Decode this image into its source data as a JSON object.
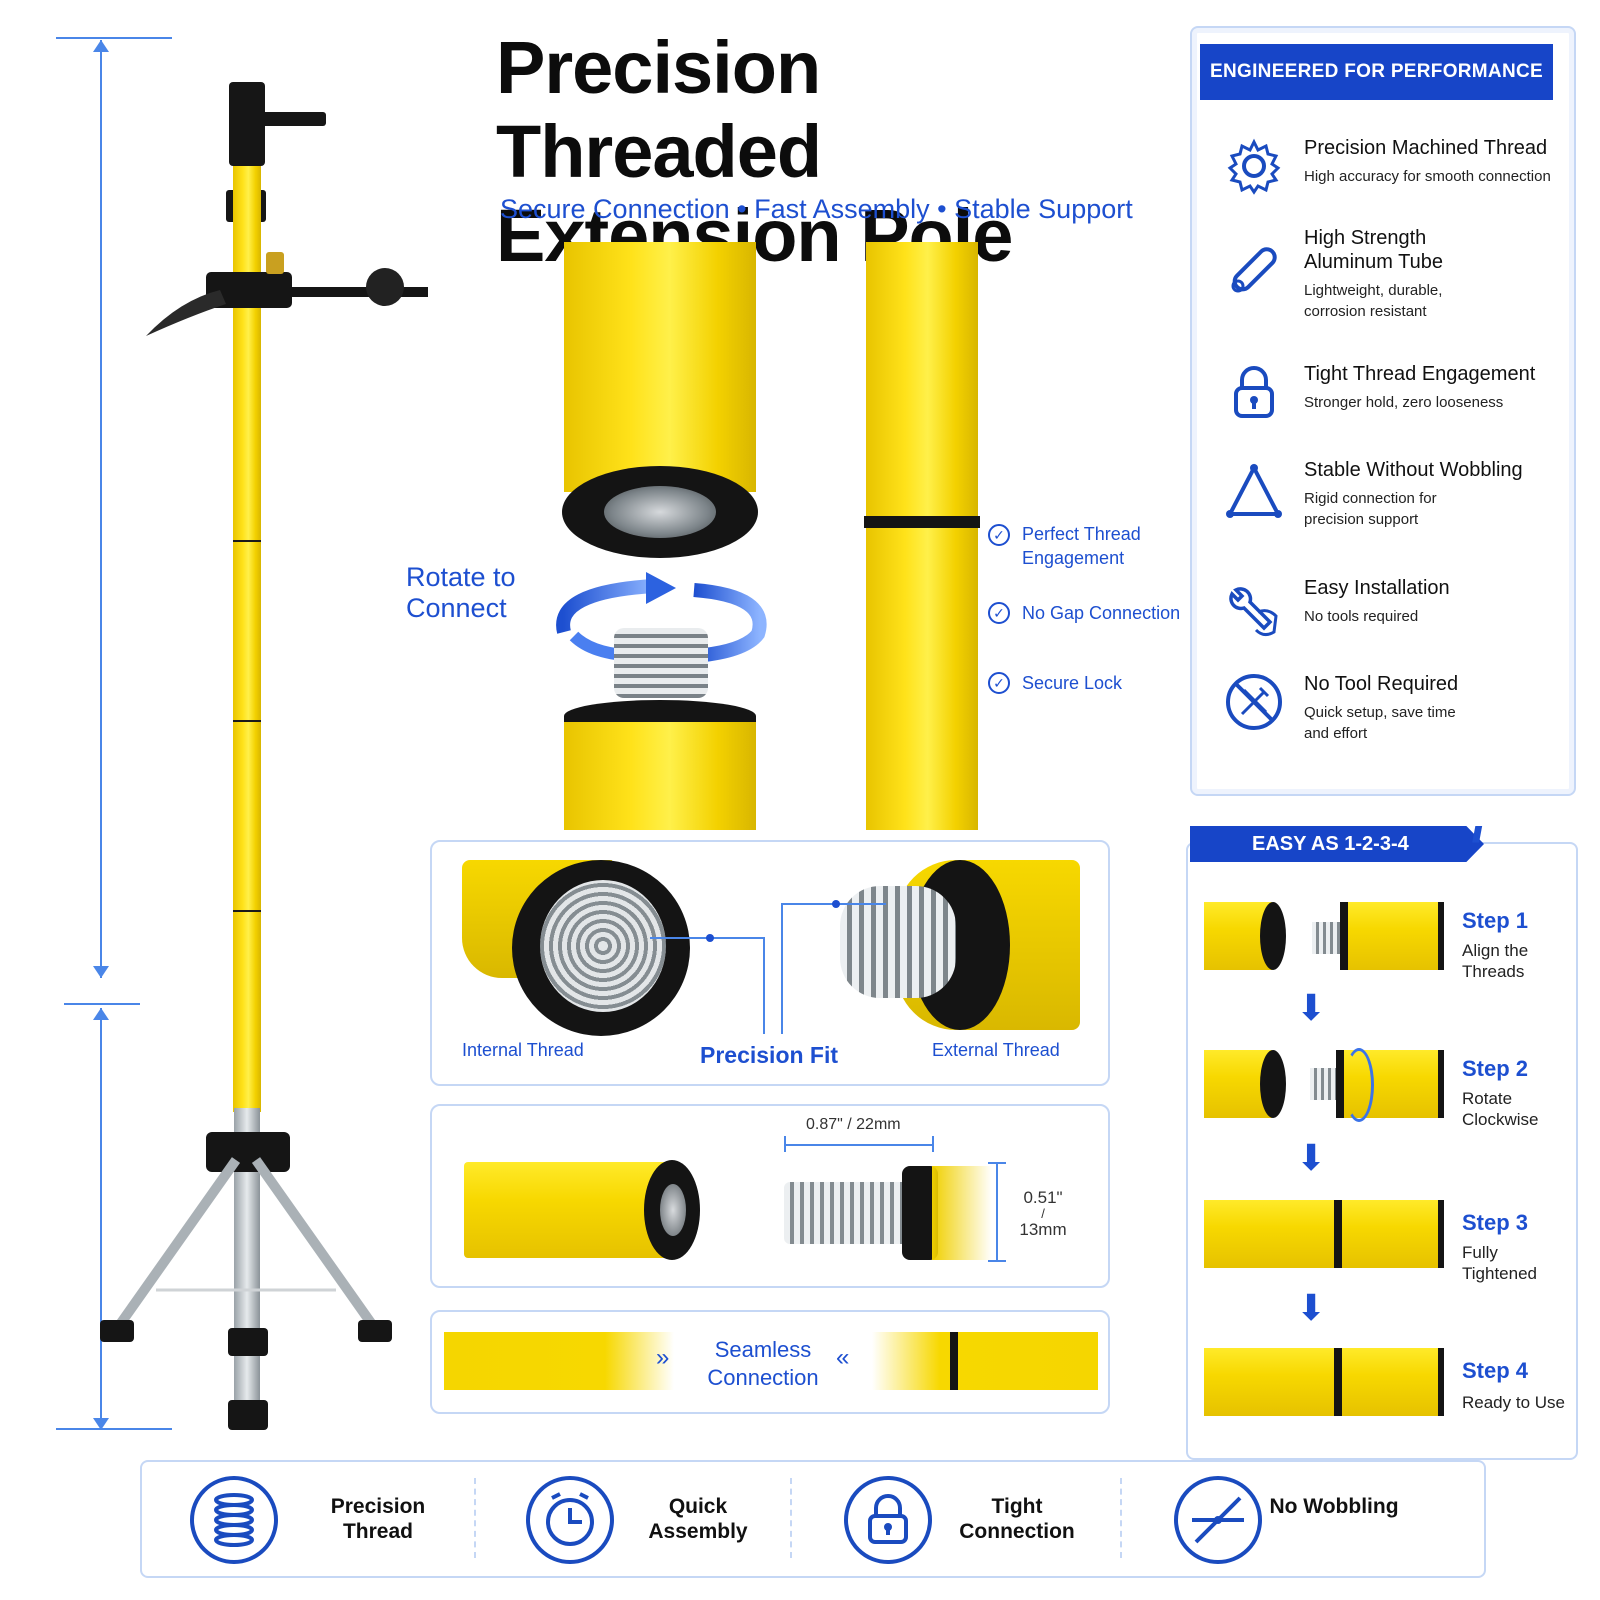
{
  "title": "Precision Threaded Extension Pole",
  "subtitle": "Secure Connection • Fast Assembly • Stable Support",
  "rotate_label": "Rotate to Connect",
  "checks": [
    {
      "label": "Perfect Thread Engagement"
    },
    {
      "label": "No Gap Connection"
    },
    {
      "label": "Secure Lock"
    }
  ],
  "thread_detail": {
    "internal": "Internal Thread",
    "precision": "Precision Fit",
    "external": "External Thread"
  },
  "dimensions": {
    "length": "0.87\" / 22mm",
    "diameter_in": "0.51\"",
    "diameter_sep": "/",
    "diameter_mm": "13mm"
  },
  "seamless": "Seamless Connection",
  "panel": {
    "header": "ENGINEERED FOR PERFORMANCE",
    "features": [
      {
        "icon": "gear-icon",
        "title": "Precision Machined Thread",
        "desc": "High accuracy for smooth connection"
      },
      {
        "icon": "tube-icon",
        "title": "High Strength Aluminum Tube",
        "desc": "Lightweight, durable, corrosion resistant"
      },
      {
        "icon": "lock-icon",
        "title": "Tight Thread Engagement",
        "desc": "Stronger hold, zero looseness"
      },
      {
        "icon": "triangle-icon",
        "title": "Stable Without Wobbling",
        "desc": "Rigid connection for precision support"
      },
      {
        "icon": "wrench-hand-icon",
        "title": "Easy Installation",
        "desc": "No tools required"
      },
      {
        "icon": "no-tools-icon",
        "title": "No Tool Required",
        "desc": "Quick setup, save time and effort"
      }
    ]
  },
  "steps": {
    "header": "EASY AS 1-2-3-4",
    "items": [
      {
        "label": "Step 1",
        "desc": "Align the Threads"
      },
      {
        "label": "Step 2",
        "desc": "Rotate Clockwise"
      },
      {
        "label": "Step 3",
        "desc": "Fully Tightened"
      },
      {
        "label": "Step 4",
        "desc": "Ready to Use"
      }
    ]
  },
  "bottom": [
    {
      "icon": "spring-icon",
      "label": "Precision Thread"
    },
    {
      "icon": "clock-icon",
      "label": "Quick Assembly"
    },
    {
      "icon": "lock-icon",
      "label": "Tight Connection"
    },
    {
      "icon": "no-wobble-icon",
      "label": "No Wobbling"
    }
  ],
  "colors": {
    "accent": "#1745c8",
    "tube_yellow": "#f7d800",
    "border": "#c5d7f5"
  }
}
